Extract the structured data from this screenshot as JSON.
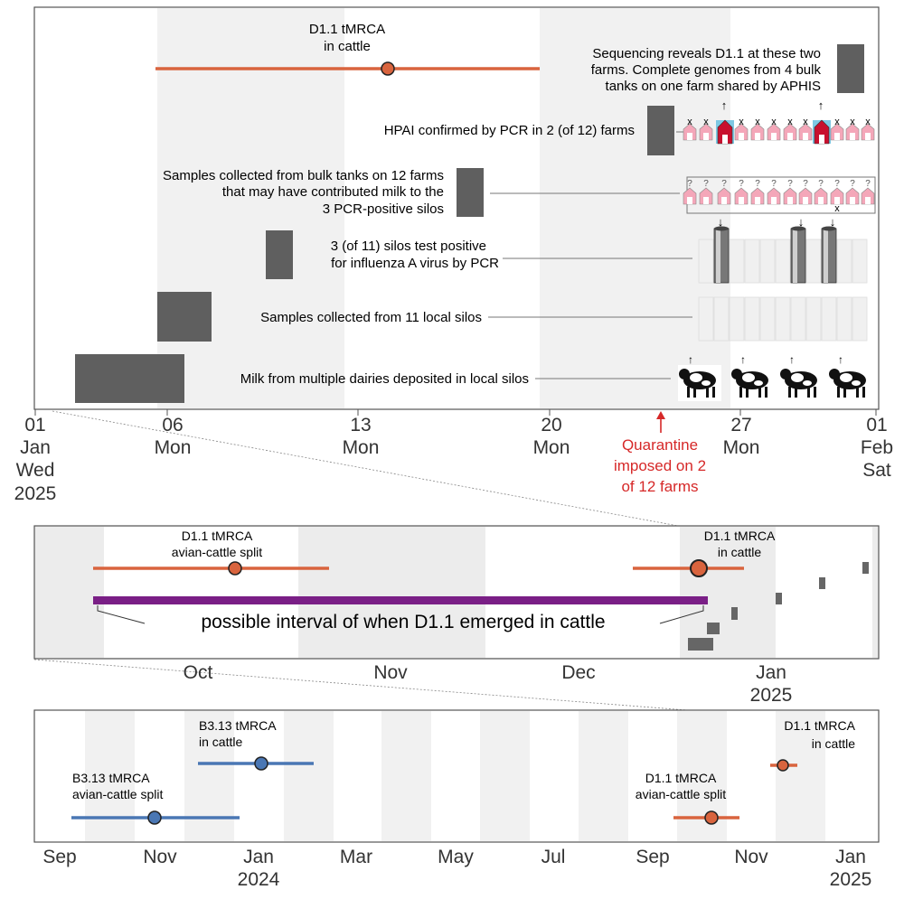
{
  "colors": {
    "orange": "#d9643e",
    "blue": "#4a77b4",
    "purple": "#7a1f86",
    "bar": "#5f5f5f",
    "red": "#d62828",
    "band": "#f1f1f1",
    "panel": "#ececec"
  },
  "top": {
    "tmrca_label_line1": "D1.1 tMRCA",
    "tmrca_label_line2": "in cattle",
    "events": [
      {
        "lines": [
          "Sequencing reveals D1.1 at these two",
          "farms. Complete genomes from 4 bulk",
          "tanks on one farm shared by APHIS"
        ]
      },
      {
        "lines": [
          "HPAI confirmed by PCR in 2 (of 12) farms"
        ]
      },
      {
        "lines": [
          "Samples collected from bulk tanks on 12 farms",
          "that may have contributed milk to the",
          "3 PCR-positive silos"
        ]
      },
      {
        "lines": [
          "3 (of 11) silos test positive",
          "for influenza A virus by PCR"
        ]
      },
      {
        "lines": [
          "Samples collected from 11 local silos"
        ]
      },
      {
        "lines": [
          "Milk from multiple dairies deposited in local silos"
        ]
      }
    ],
    "axis": [
      {
        "lines": [
          "01",
          "Jan",
          "Wed",
          "2025"
        ]
      },
      {
        "lines": [
          "06",
          "Mon"
        ]
      },
      {
        "lines": [
          "13",
          "Mon"
        ]
      },
      {
        "lines": [
          "20",
          "Mon"
        ]
      },
      {
        "lines": [
          "27",
          "Mon"
        ]
      },
      {
        "lines": [
          "01",
          "Feb",
          "Sat"
        ]
      }
    ],
    "quarantine_lines": [
      "Quarantine",
      "imposed on 2",
      "of 12 farms"
    ],
    "farm_marks": [
      "x",
      "x",
      "↑",
      "x",
      "x",
      "x",
      "x",
      "x",
      "↑",
      "x",
      "x",
      "x"
    ],
    "question_marks": [
      "?",
      "?",
      "?",
      "?",
      "?",
      "?",
      "?",
      "?",
      "?",
      "?",
      "?",
      "?"
    ],
    "arrow_up": "↑",
    "arrow_down": "↓",
    "mark_x": "x"
  },
  "middle": {
    "split_line1": "D1.1 tMRCA",
    "split_line2": "avian-cattle split",
    "cattle_line1": "D1.1 tMRCA",
    "cattle_line2": "in cattle",
    "interval_label": "possible interval of when D1.1 emerged in cattle",
    "axis": [
      {
        "lines": [
          "Oct"
        ]
      },
      {
        "lines": [
          "Nov"
        ]
      },
      {
        "lines": [
          "Dec"
        ]
      },
      {
        "lines": [
          "Jan",
          "2025"
        ]
      }
    ]
  },
  "bottom": {
    "b313_split": [
      "B3.13 tMRCA",
      "avian-cattle split"
    ],
    "b313_cattle": [
      "B3.13 tMRCA",
      "in cattle"
    ],
    "d11_split": [
      "D1.1 tMRCA",
      "avian-cattle split"
    ],
    "d11_cattle": [
      "D1.1 tMRCA",
      "in cattle"
    ],
    "axis": [
      {
        "lines": [
          "Sep"
        ]
      },
      {
        "lines": [
          "Nov"
        ]
      },
      {
        "lines": [
          "Jan",
          "2024"
        ]
      },
      {
        "lines": [
          "Mar"
        ]
      },
      {
        "lines": [
          "May"
        ]
      },
      {
        "lines": [
          "Jul"
        ]
      },
      {
        "lines": [
          "Sep"
        ]
      },
      {
        "lines": [
          "Nov"
        ]
      },
      {
        "lines": [
          "Jan",
          "2025"
        ]
      }
    ]
  }
}
